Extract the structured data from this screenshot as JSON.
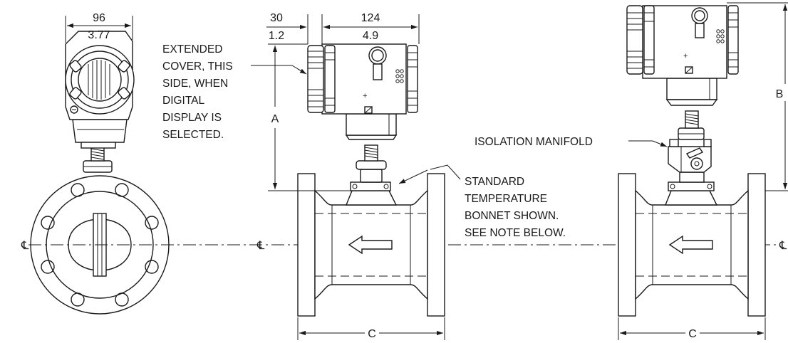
{
  "dimensions": {
    "end_width_mm": "96",
    "end_width_in": "3.77",
    "extended_cover_mm": "30",
    "extended_cover_in": "1.2",
    "side_width_mm": "124",
    "side_width_in": "4.9",
    "height_a": "A",
    "height_b": "B",
    "face_to_face_left": "C",
    "face_to_face_right": "C"
  },
  "callouts": {
    "extended_cover": [
      "EXTENDED",
      "COVER, THIS",
      "SIDE, WHEN",
      "DIGITAL",
      "DISPLAY IS",
      "SELECTED."
    ],
    "standard_bonnet": [
      "STANDARD",
      "TEMPERATURE",
      "BONNET SHOWN.",
      "SEE NOTE BELOW."
    ],
    "isolation_manifold": "ISOLATION MANIFOLD"
  },
  "centerline_symbol": "℄",
  "housing_marking": "+"
}
